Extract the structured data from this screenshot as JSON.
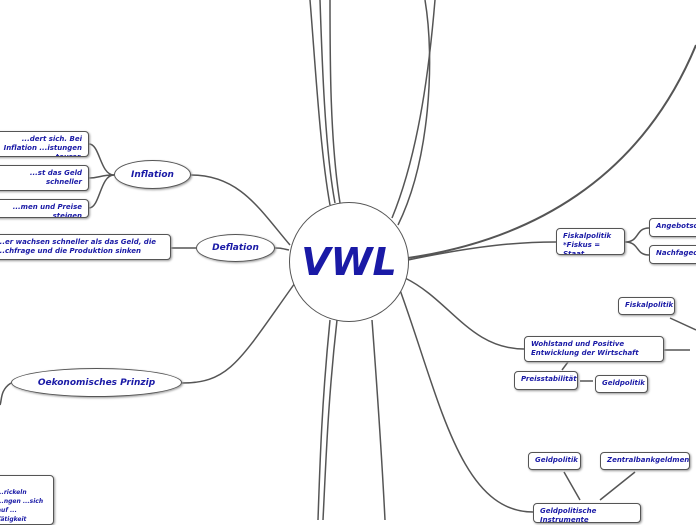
{
  "center": "VWL",
  "inflation": {
    "label": "Inflation",
    "notes": [
      "...dert sich. Bei Inflation ...istungen teurer.",
      "...st das Geld schneller",
      "...men und Preise steigen"
    ]
  },
  "deflation": {
    "label": "Deflation",
    "note": "...er wachsen schneller als das Geld, die ...chfrage und die Produktion sinken"
  },
  "oekonomisch": {
    "label": "Oekonomisches Prinzip",
    "note": "...rickeln ...ngen ...sich auf ... Tätigkeit"
  },
  "fiskal": {
    "label": "Fiskalpolitik *Fiskus = Staat",
    "children": [
      "Angebotsor...",
      "Nachfageor..."
    ]
  },
  "wohlstand": {
    "label": "Wohlstand und Positive Entwicklung der Wirtschaft",
    "fiskal": "Fiskalpolitik",
    "preis": "Preisstabilität",
    "geld": "Geldpolitik"
  },
  "instrumente": {
    "label": "Geldpolitische Instrumente",
    "children": [
      "Geldpolitik",
      "Zentralbankgeldmenge"
    ]
  },
  "colors": {
    "text": "#1a1aa6",
    "line": "#555555"
  }
}
